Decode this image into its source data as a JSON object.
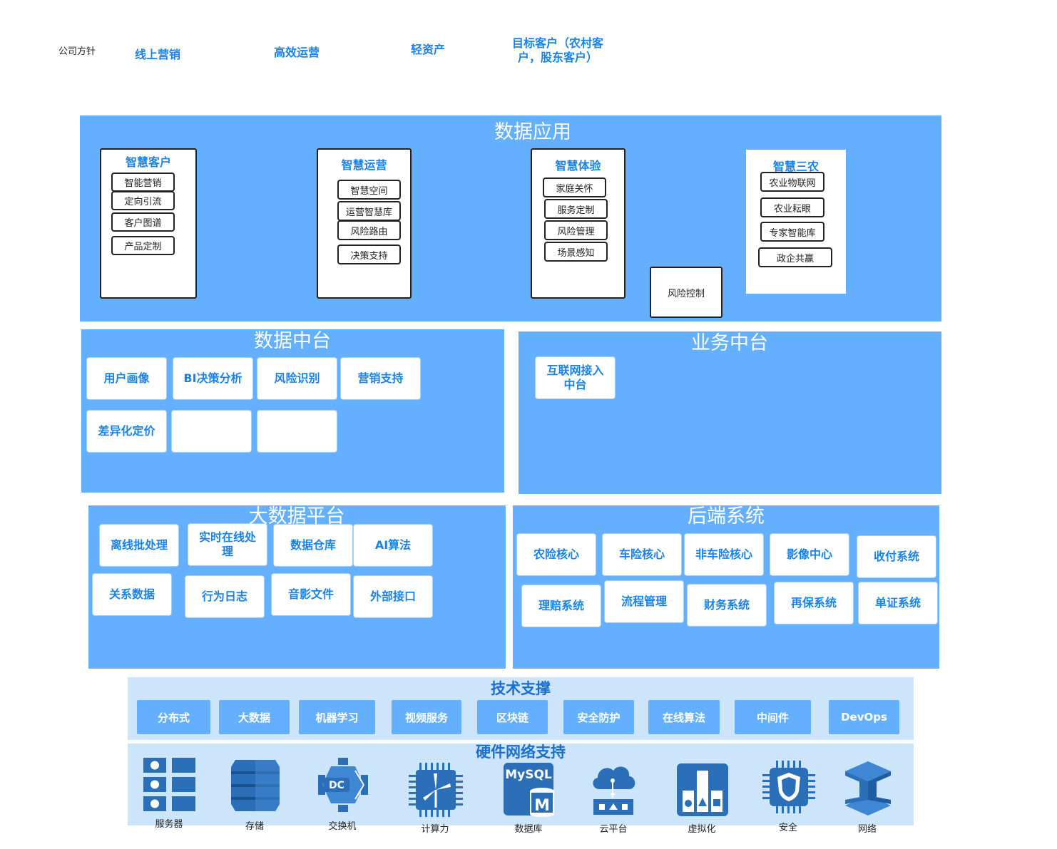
{
  "header": {
    "label": "公司方针",
    "items": [
      "线上营销",
      "高效运营",
      "轻资产",
      "目标客户（农村客户，股东客户）"
    ],
    "target_line1": "目标客户（农村客",
    "target_line2": "户，股东客户）"
  },
  "data_app": {
    "title": "数据应用",
    "groups": [
      {
        "title": "智慧客户",
        "items": [
          "智能营销",
          "定向引流",
          "客户图谱",
          "产品定制"
        ]
      },
      {
        "title": "智慧运营",
        "items": [
          "智慧空间",
          "运营智慧库",
          "风险路由",
          "决策支持"
        ]
      },
      {
        "title": "智慧体验",
        "items": [
          "家庭关怀",
          "服务定制",
          "风险管理",
          "场景感知"
        ]
      },
      {
        "title": "智慧三农",
        "items": [
          "农业物联网",
          "农业耘眼",
          "专家智能库",
          "政企共赢"
        ]
      }
    ],
    "risk_control": "风险控制"
  },
  "data_mid": {
    "title": "数据中台",
    "items": [
      "用户画像",
      "BI决策分析",
      "风险识别",
      "营销支持",
      "差异化定价",
      "",
      ""
    ]
  },
  "biz_mid": {
    "title": "业务中台",
    "item_line1": "互联网接入",
    "item_line2": "中台"
  },
  "bigdata": {
    "title": "大数据平台",
    "items": [
      "离线批处理",
      "实时在线处理",
      "数据仓库",
      "AI算法",
      "关系数据",
      "行为日志",
      "音影文件",
      "外部接口"
    ],
    "realtime_line1": "实时在线处",
    "realtime_line2": "理"
  },
  "backend": {
    "title": "后端系统",
    "items": [
      "农险核心",
      "车险核心",
      "非车险核心",
      "影像中心",
      "收付系统",
      "理赔系统",
      "流程管理",
      "财务系统",
      "再保系统",
      "单证系统"
    ]
  },
  "tech": {
    "title": "技术支撑",
    "items": [
      "分布式",
      "大数据",
      "机器学习",
      "视频服务",
      "区块链",
      "安全防护",
      "在线算法",
      "中间件",
      "DevOps"
    ]
  },
  "hardware": {
    "title": "硬件网络支持",
    "items": [
      {
        "label": "服务器",
        "icon": "server-icon"
      },
      {
        "label": "存储",
        "icon": "storage-icon"
      },
      {
        "label": "交换机",
        "icon": "switch-icon"
      },
      {
        "label": "计算力",
        "icon": "compute-icon"
      },
      {
        "label": "数据库",
        "icon": "database-icon",
        "badge": "MySQL",
        "badge2": "M"
      },
      {
        "label": "云平台",
        "icon": "cloud-icon"
      },
      {
        "label": "虚拟化",
        "icon": "virtualization-icon"
      },
      {
        "label": "安全",
        "icon": "security-icon"
      },
      {
        "label": "网络",
        "icon": "network-icon"
      }
    ],
    "switch_badge": "DC"
  },
  "colors": {
    "panel": "#64b0ff",
    "accent_text": "#1a83e8",
    "tech_band": "#cde5fb",
    "icon_dark": "#2a6fb8",
    "icon_mid": "#3f86d4"
  }
}
